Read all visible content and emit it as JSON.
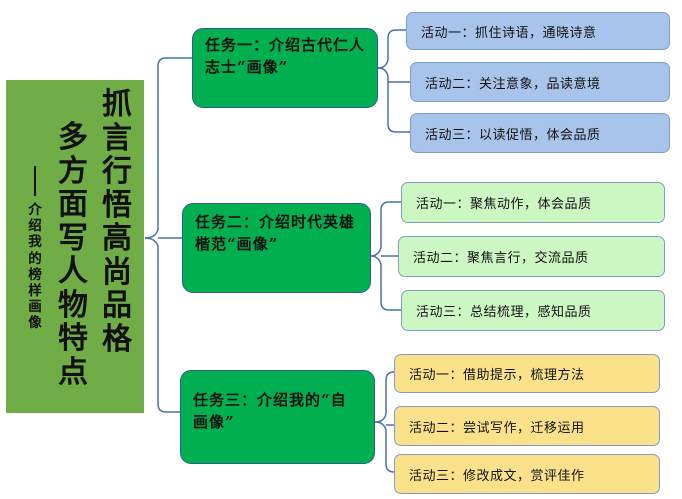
{
  "root": {
    "main_col_right": [
      "抓",
      "言",
      "行",
      "悟",
      "高",
      "尚",
      "品",
      "格"
    ],
    "main_col_left": [
      "多",
      "方",
      "面",
      "写",
      "人",
      "物",
      "特",
      "点"
    ],
    "sub_col": [
      "介",
      "绍",
      "我",
      "的",
      "榜",
      "样",
      "画",
      "像"
    ]
  },
  "tasks": [
    {
      "title": "任务一：介绍古代仁人志士“画像”",
      "activities": [
        "活动一：抓住诗语，通晓诗意",
        "活动二：关注意象，品读意境",
        "活动三：以读促悟，体会品质"
      ]
    },
    {
      "title": "任务二：介绍时代英雄楷范“画像”",
      "activities": [
        "活动一：聚焦动作，体会品质",
        "活动二：聚焦言行，交流品质",
        "活动三：总结梳理，感知品质"
      ]
    },
    {
      "title": "任务三：介绍我的“自画像”",
      "activities": [
        "活动一：借助提示，梳理方法",
        "活动二：尝试写作，迁移运用",
        "活动三：修改成文，赏评佳作"
      ]
    }
  ],
  "colors": {
    "root_bg": "#70ad47",
    "task_bg": "#00b050",
    "group1_bg": "#a9c4eb",
    "group2_bg": "#ccf7c2",
    "group3_bg": "#fbe28a",
    "connector": "#4a6fb0"
  }
}
